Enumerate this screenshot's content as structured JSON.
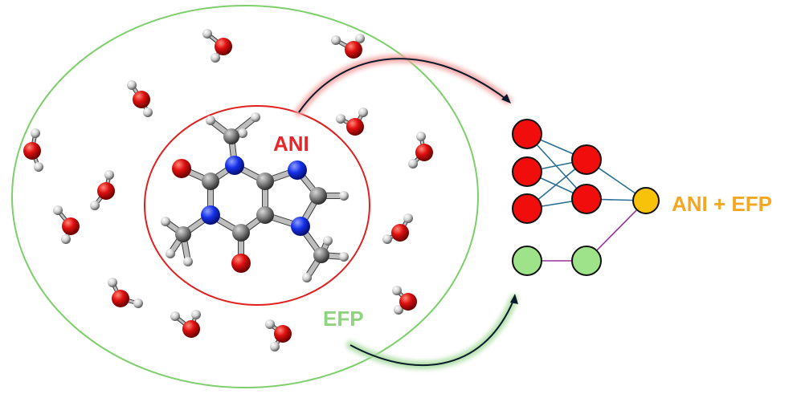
{
  "labels": {
    "ani": "ANI",
    "efp": "EFP",
    "output": "ANI + EFP"
  },
  "colors": {
    "outer_region": "#7ccf6a",
    "inner_region": "#e02020",
    "ani_label": "#e8262a",
    "efp_label": "#8fd37e",
    "output_label": "#f5a623",
    "oxygen": "#e01010",
    "hydrogen": "#d8d8d8",
    "carbon": "#808080",
    "nitrogen": "#1530e8",
    "node_red": "#f20d0d",
    "node_green": "#9ee389",
    "node_yellow": "#f8c10a",
    "edge_blue": "#2a6f93",
    "edge_purple": "#993399",
    "arrow_glow_red": "#f6a3a3",
    "arrow_glow_green": "#a9dca0"
  },
  "network": {
    "layers": [
      "input",
      "hidden",
      "output"
    ],
    "input_nodes": [
      "red",
      "red",
      "red",
      "green"
    ],
    "hidden_nodes": [
      "red",
      "red",
      "green"
    ],
    "output_nodes": [
      "yellow"
    ]
  },
  "molecule": "caffeine",
  "solvent": "water"
}
